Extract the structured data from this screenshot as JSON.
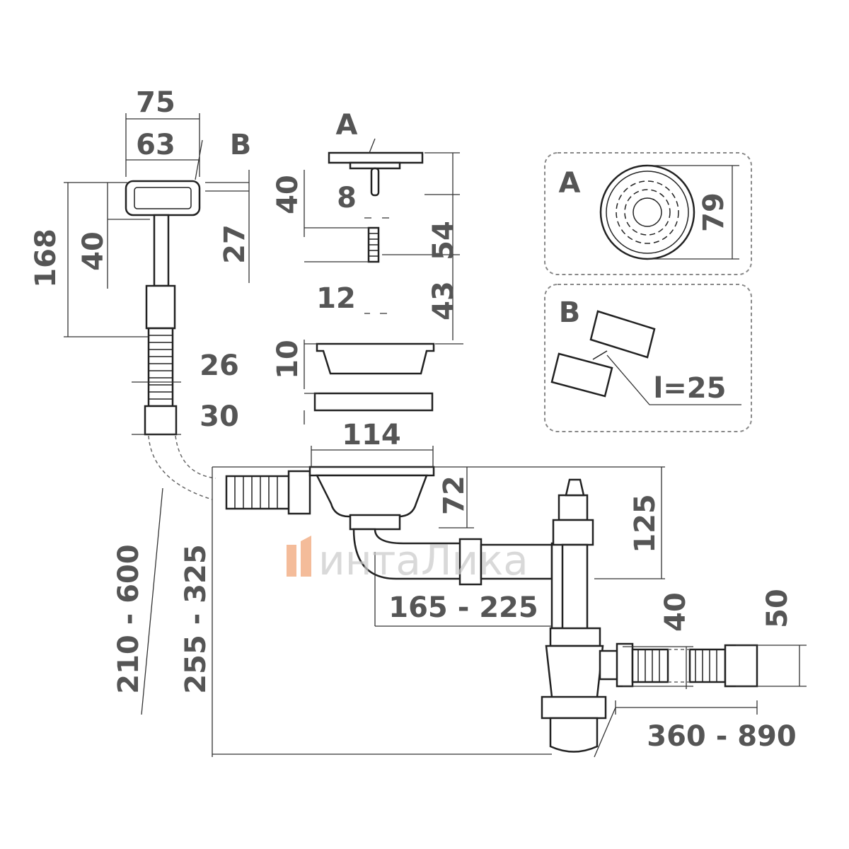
{
  "overflow": {
    "width_outer": "75",
    "width_inner": "63",
    "label_b": "B",
    "height_total": "168",
    "height_cap": "40",
    "cap_offset": "27",
    "hose_d": "26",
    "nut_d": "30"
  },
  "strainer": {
    "label_a": "A",
    "pin_height": "40",
    "pin_d": "8",
    "total_upper": "54",
    "screw_d": "12",
    "lower": "43",
    "basket_h": "10",
    "flange_d": "114"
  },
  "assembly": {
    "bowl_depth": "72",
    "trap_height": "125",
    "offset_range": "165 - 225",
    "overflow_range": "210 - 600",
    "height_range": "255 - 325",
    "outlet_d1": "40",
    "outlet_d2": "50",
    "length_range": "360 - 890"
  },
  "inset_a": {
    "label": "A",
    "diameter": "79"
  },
  "inset_b": {
    "label": "B",
    "screw_len": "l=25"
  },
  "watermark": {
    "text": "интаЛика",
    "logo_color": "#f0a070"
  }
}
